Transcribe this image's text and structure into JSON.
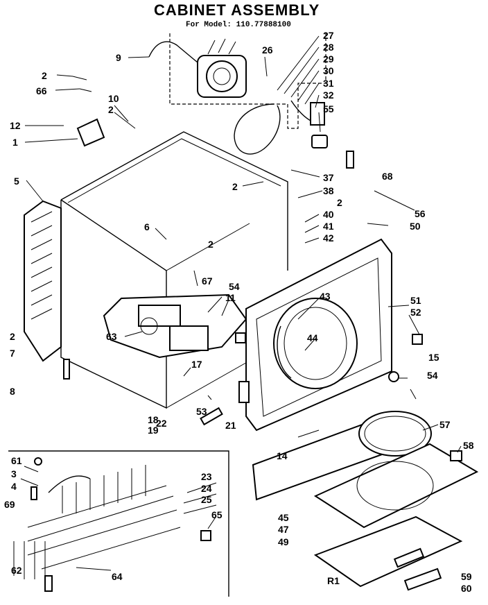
{
  "title": "CABINET ASSEMBLY",
  "subtitle": "For Model: 110.77888100",
  "footer_mark": "R1",
  "labels": {
    "l1": "1",
    "l2a": "2",
    "l2b": "2",
    "l2c": "2",
    "l2d": "2",
    "l2e": "2",
    "l2f": "2",
    "l3": "3",
    "l4": "4",
    "l5": "5",
    "l6": "6",
    "l7": "7",
    "l8": "8",
    "l9": "9",
    "l10": "10",
    "l11": "11",
    "l12": "12",
    "l14": "14",
    "l15": "15",
    "l17": "17",
    "l18": "18",
    "l19": "19",
    "l21": "21",
    "l22": "22",
    "l23": "23",
    "l24": "24",
    "l25": "25",
    "l26": "26",
    "l27": "27",
    "l28": "28",
    "l29": "29",
    "l30": "30",
    "l31": "31",
    "l32": "32",
    "l37": "37",
    "l38": "38",
    "l40": "40",
    "l41": "41",
    "l42": "42",
    "l43": "43",
    "l44": "44",
    "l45": "45",
    "l47": "47",
    "l49": "49",
    "l50": "50",
    "l51": "51",
    "l52": "52",
    "l53": "53",
    "l54a": "54",
    "l54b": "54",
    "l55": "55",
    "l56": "56",
    "l57": "57",
    "l58": "58",
    "l59": "59",
    "l60": "60",
    "l61": "61",
    "l62": "62",
    "l63": "63",
    "l64": "64",
    "l65": "65",
    "l66": "66",
    "l67": "67",
    "l68": "68",
    "l69": "69"
  }
}
